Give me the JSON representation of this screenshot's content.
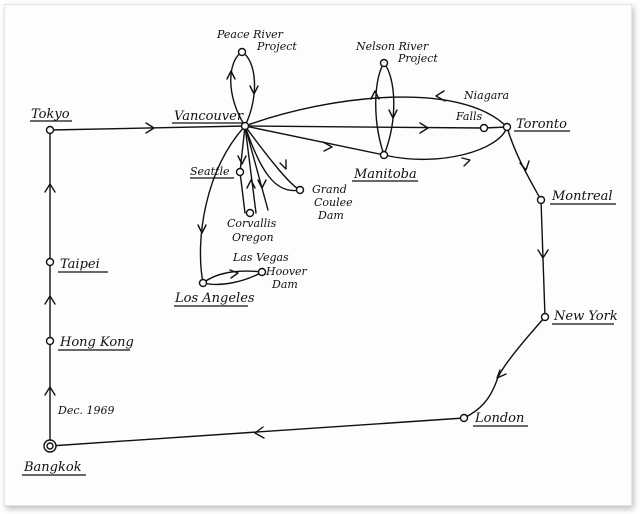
{
  "labels": {
    "tokyo": "Tokyo",
    "vancouver": "Vancouver",
    "peace_river_1": "Peace River",
    "peace_river_2": "Project",
    "nelson_river_1": "Nelson River",
    "nelson_river_2": "Project",
    "niagara_1": "Niagara",
    "niagara_2": "Falls",
    "toronto": "Toronto",
    "seattle": "Seattle",
    "manitoba": "Manitoba",
    "grand_coulee_1": "Grand",
    "grand_coulee_2": "Coulee",
    "grand_coulee_3": "Dam",
    "corvallis_1": "Corvallis",
    "corvallis_2": "Oregon",
    "las_vegas": "Las Vegas",
    "hoover_1": "Hoover",
    "hoover_2": "Dam",
    "los_angeles": "Los Angeles",
    "montreal": "Montreal",
    "taipei": "Taipei",
    "hong_kong": "Hong Kong",
    "new_york": "New York",
    "date": "Dec. 1969",
    "london": "London",
    "bangkok": "Bangkok"
  },
  "colors": {
    "ink": "#111111",
    "paper": "#fdfdfd"
  }
}
